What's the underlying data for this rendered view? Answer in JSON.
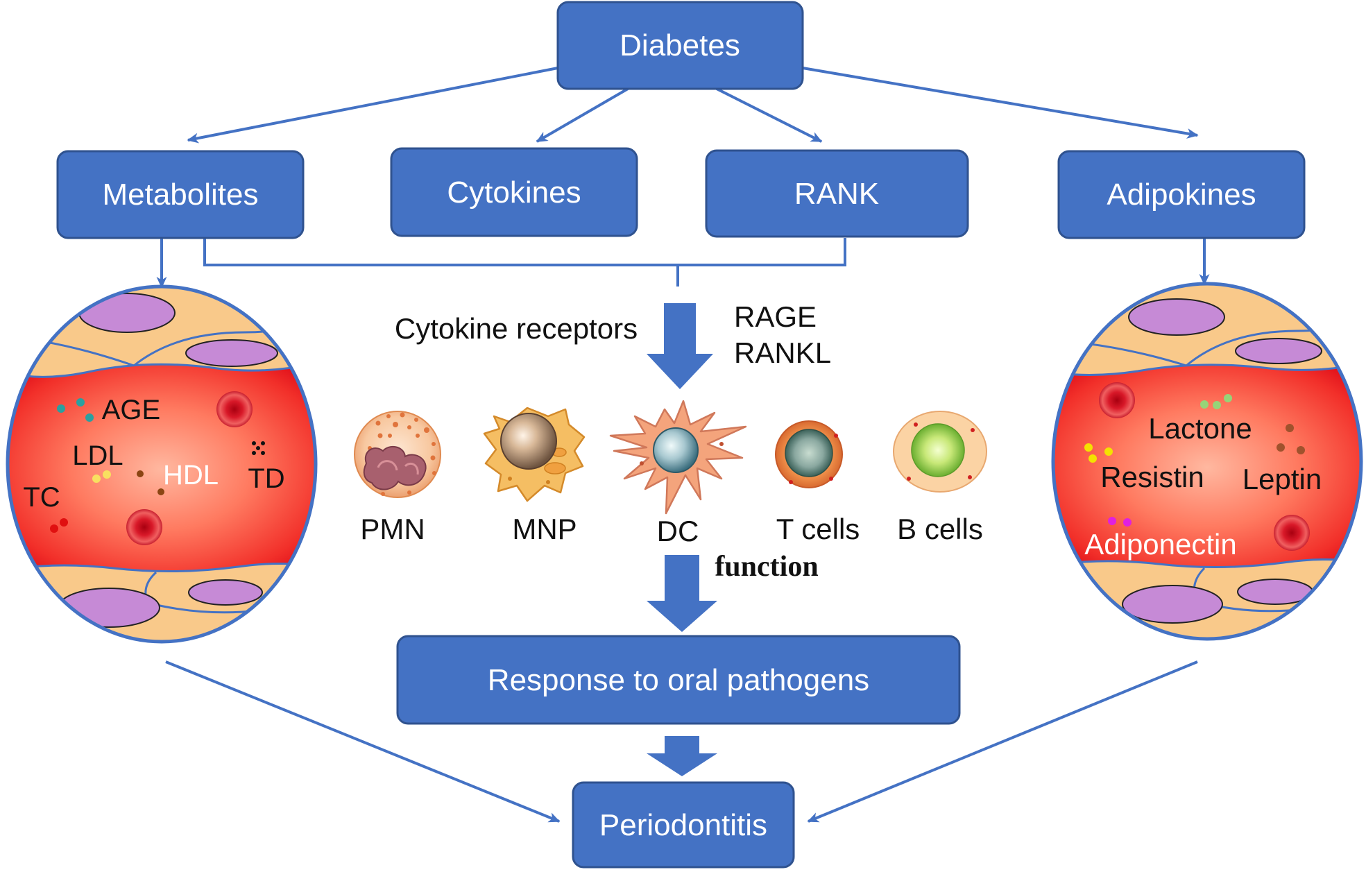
{
  "colors": {
    "node_fill": "#4472C4",
    "node_border": "#2F528F",
    "node_text": "#FFFFFF",
    "connector": "#4472C4",
    "blood": "#E8141A",
    "endothelial_cell": "#F9C98A",
    "nucleus": "#C68AD6"
  },
  "nodes": {
    "diabetes": "Diabetes",
    "metabolites": "Metabolites",
    "cytokines": "Cytokines",
    "rank": "RANK",
    "adipokines": "Adipokines",
    "response": "Response to oral pathogens",
    "periodontitis": "Periodontitis"
  },
  "receptors": {
    "cytokine_receptors": "Cytokine receptors",
    "rage": "RAGE",
    "rankl": "RANKL"
  },
  "immune_cells": [
    "PMN",
    "MNP",
    "DC",
    "T cells",
    "B cells"
  ],
  "function_label": "function",
  "left_vessel": {
    "age": "AGE",
    "ldl": "LDL",
    "hdl": "HDL",
    "td": "TD",
    "tc": "TC"
  },
  "right_vessel": {
    "lactone": "Lactone",
    "resistin": "Resistin",
    "leptin": "Leptin",
    "adiponectin": "Adiponectin"
  }
}
